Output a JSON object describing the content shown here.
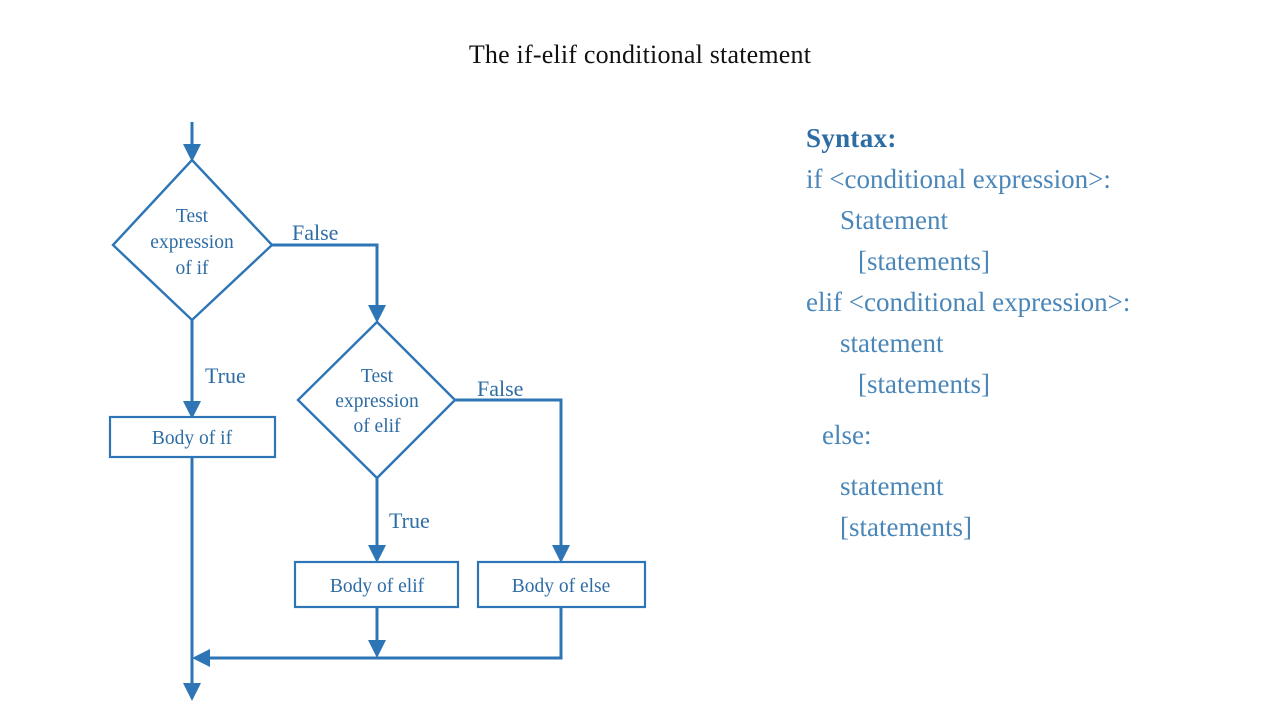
{
  "page": {
    "title": "The if-elif conditional statement",
    "accent_color": "#2E75B6",
    "text_blue": "#4a86b8",
    "title_color": "#111111",
    "background": "#ffffff"
  },
  "flowchart": {
    "nodes": {
      "decision_if": {
        "shape": "diamond",
        "lines": [
          "Test",
          "expression",
          "of if"
        ]
      },
      "decision_elif": {
        "shape": "diamond",
        "lines": [
          "Test",
          "expression",
          "of elif"
        ]
      },
      "body_if": {
        "shape": "rect",
        "label": "Body of if"
      },
      "body_elif": {
        "shape": "rect",
        "label": "Body of elif"
      },
      "body_else": {
        "shape": "rect",
        "label": "Body of else"
      }
    },
    "edge_labels": {
      "if_false": "False",
      "if_true": "True",
      "elif_false": "False",
      "elif_true": "True"
    }
  },
  "syntax": {
    "heading": "Syntax:",
    "lines": [
      "if <conditional expression>:",
      "Statement",
      "[statements]",
      "elif <conditional expression>:",
      "statement",
      "[statements]",
      "else:",
      "statement",
      "[statements]"
    ]
  }
}
